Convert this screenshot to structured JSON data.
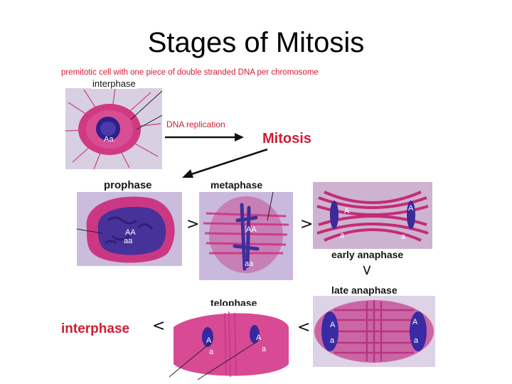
{
  "title": "Stages of Mitosis",
  "caption": "premitotic cell with one piece of double stranded DNA per chromosome",
  "labels": {
    "interphase_top": "interphase",
    "dna_replication": "DNA replication",
    "mitosis": "Mitosis",
    "prophase": "prophase",
    "metaphase": "metaphase",
    "early_anaphase": "early anaphase",
    "late_anaphase": "late anaphase",
    "telophase": "telophase",
    "interphase_bottom": "interphase"
  },
  "annotations": {
    "interphase_cell": "Aa",
    "prophase_upper": "AA",
    "prophase_lower": "aa",
    "metaphase_upper": "AA",
    "metaphase_lower": "aa",
    "early_anaphase_A_left": "A",
    "early_anaphase_A_right": "A",
    "early_anaphase_a_left": "a",
    "early_anaphase_a_right": "a",
    "late_anaphase_A_left": "A",
    "late_anaphase_A_right": "A",
    "late_anaphase_a_left": "a",
    "late_anaphase_a_right": "a",
    "telophase_A_left": "A",
    "telophase_A_right": "A",
    "telophase_a_left": "a",
    "telophase_a_right": "a"
  },
  "colors": {
    "label_red": "#d21b33",
    "cytoplasm_pink": "#cc3f86",
    "chromosome_blue": "#3a2a9a",
    "background_lilac": "#cbbcdc"
  },
  "icons": {
    "arrow_chevron": "chevron"
  }
}
